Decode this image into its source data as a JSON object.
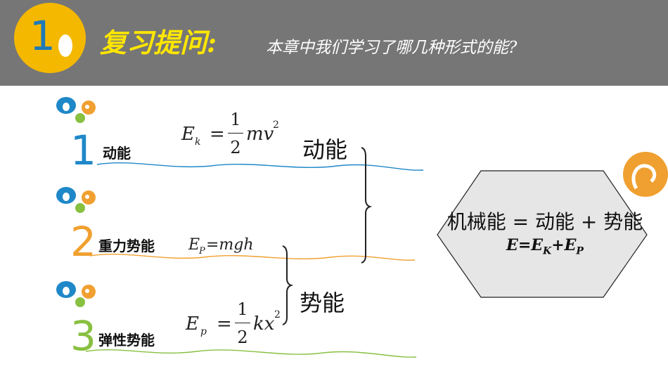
{
  "header": {
    "number": "1",
    "title": "复习提问:",
    "question": "本章中我们学习了哪几种形式的能?"
  },
  "items": [
    {
      "num": "1",
      "label": "动能",
      "color": "#1e88c8"
    },
    {
      "num": "2",
      "label": "重力势能",
      "color": "#f0a030"
    },
    {
      "num": "3",
      "label": "弹性势能",
      "color": "#88c040"
    }
  ],
  "formulas": {
    "kinetic": {
      "E": "E",
      "sub": "k",
      "eq": "=",
      "num": "1",
      "den": "2",
      "rest": "mv",
      "sup": "2"
    },
    "gravity": {
      "text": "E",
      "sub": "P",
      "rest": "=mgh"
    },
    "elastic": {
      "E": "E",
      "sub": "p",
      "eq": "=",
      "num": "1",
      "den": "2",
      "rest": "kx",
      "sup": "2"
    }
  },
  "categories": {
    "kinetic": "动能",
    "potential": "势能"
  },
  "summary": {
    "line1": "机械能 = 动能 + 势能",
    "eq_E": "E=E",
    "eq_K": "K",
    "eq_plus": "+E",
    "eq_P": "P"
  },
  "colors": {
    "bar": "#767676",
    "accent_yellow": "#f5b800",
    "blue": "#1e88c8",
    "orange": "#f0a030",
    "green": "#88c040"
  }
}
